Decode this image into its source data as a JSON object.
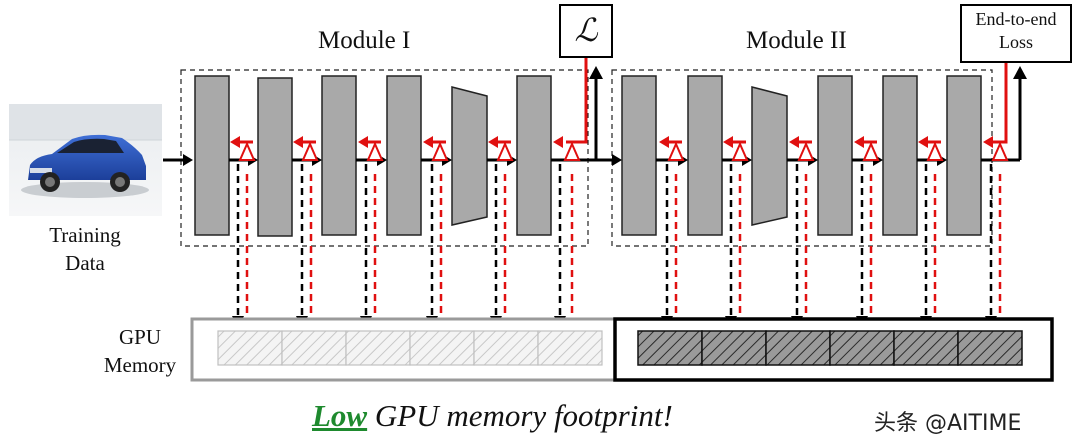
{
  "diagram": {
    "module1_title": "Module I",
    "module2_title": "Module II",
    "local_loss_symbol": "ℒ",
    "end_to_end_loss": "End-to-end Loss",
    "training_data_label": "Training Data",
    "gpu_memory_label": "GPU Memory",
    "image_subject": "blue-sedan-photo"
  },
  "caption": {
    "emphasis": "Low",
    "rest": " GPU memory footprint!"
  },
  "watermark": "头条 @AITIME",
  "colors": {
    "block_fill": "#a9a9a9",
    "forward_arrow": "#000000",
    "gradient_arrow": "#e01010",
    "caption_emphasis": "#1e8a2e"
  }
}
